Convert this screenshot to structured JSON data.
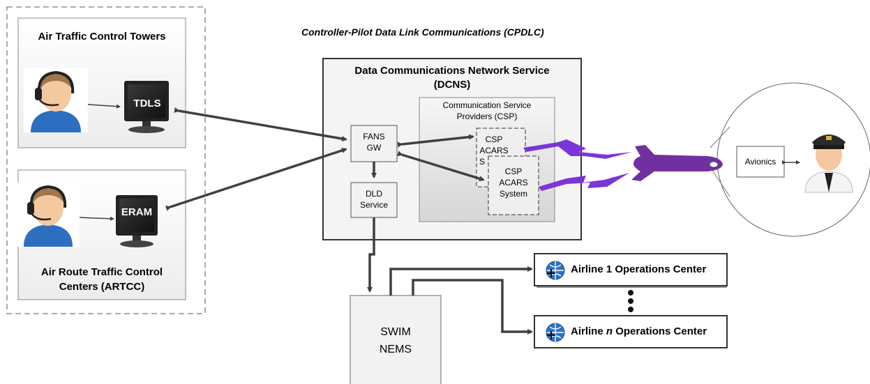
{
  "title": "Controller-Pilot Data Link Communications (CPDLC)",
  "towers": {
    "title": "Air Traffic Control Towers",
    "monitor_label": "TDLS"
  },
  "artcc": {
    "title_line1": "Air Route Traffic Control",
    "title_line2": "Centers (ARTCC)",
    "monitor_label": "ERAM"
  },
  "dcns": {
    "title_line1": "Data Communications Network Service",
    "title_line2": "(DCNS)"
  },
  "csp": {
    "title_line1": "Communication Service",
    "title_line2": "Providers (CSP)"
  },
  "fans": {
    "line1": "FANS",
    "line2": "GW"
  },
  "dld": {
    "line1": "DLD",
    "line2": "Service"
  },
  "csp_acars_back": {
    "line1": "CSP",
    "line2": "ACARS",
    "line3": "S"
  },
  "csp_acars_front": {
    "line1": "CSP",
    "line2": "ACARS",
    "line3": "System"
  },
  "swim": {
    "line1": "SWIM",
    "line2": "NEMS"
  },
  "airline1": {
    "prefix": "Airline 1 Operations Center"
  },
  "airlinen": {
    "pre": "Airline ",
    "n": "n",
    "post": " Operations Center"
  },
  "avionics": "Avionics",
  "colors": {
    "arrow": "#404040",
    "lightning": "#7b35d8",
    "aircraft": "#7030a0",
    "skin": "#f5c9a0",
    "shirt": "#2d6fbe",
    "globe": "#2a73c9"
  },
  "icons": [
    "person-headset-icon",
    "monitor-icon",
    "aircraft-icon",
    "pilot-icon",
    "globe-icon",
    "lightning-icon"
  ]
}
